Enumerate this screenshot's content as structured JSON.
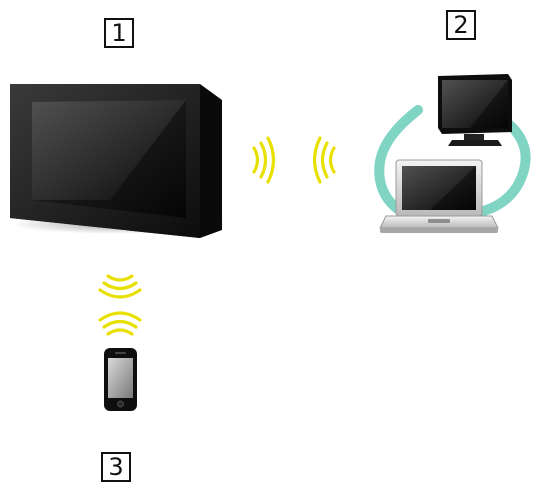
{
  "labels": {
    "tv": "1",
    "network_devices": "2",
    "smartphone": "3"
  },
  "icons": {
    "tv": "wall-mounted-tv-icon",
    "monitor": "desktop-monitor-icon",
    "laptop": "laptop-icon",
    "phone": "smartphone-icon",
    "signal": "wireless-signal-icon"
  },
  "colors": {
    "signal": "#e8e000",
    "network_ring": "#7fd4c4",
    "device_frame": "#1a1a1a"
  }
}
